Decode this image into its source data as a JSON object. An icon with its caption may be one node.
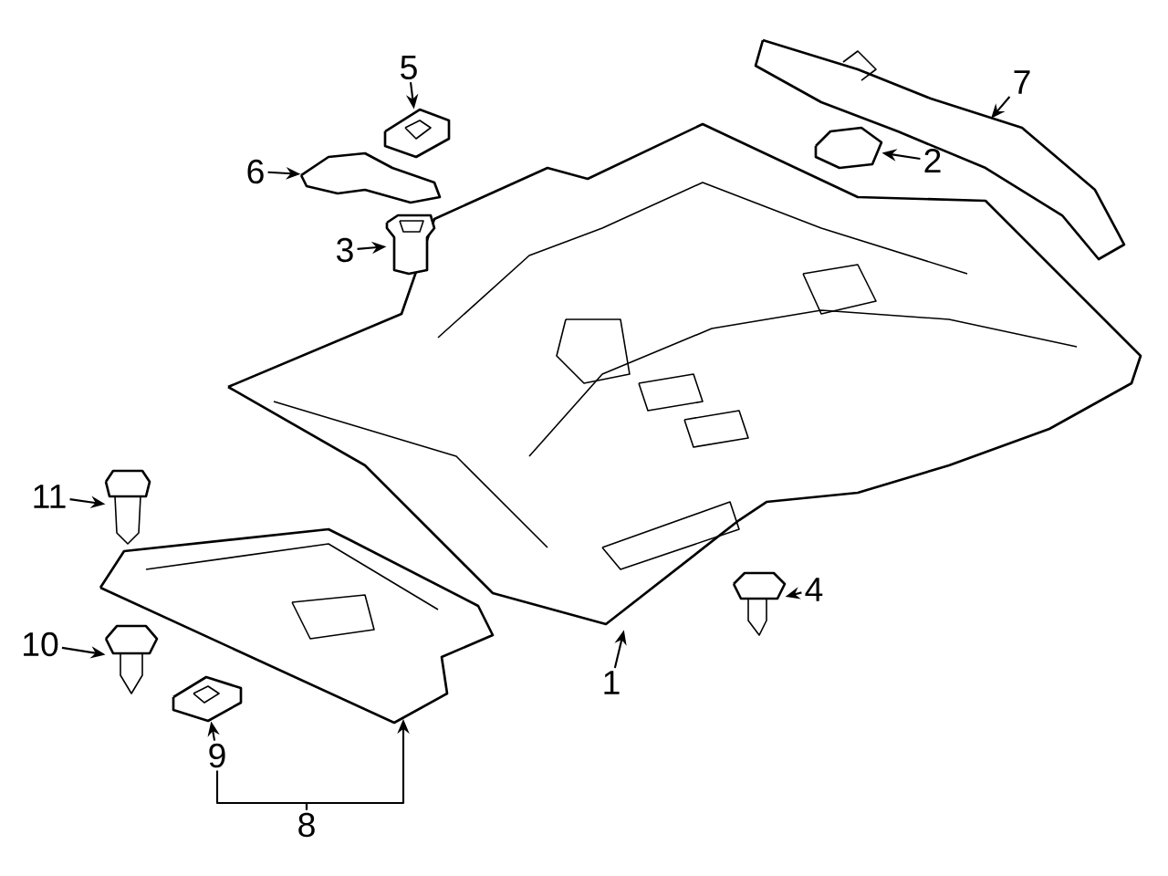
{
  "diagram": {
    "nodes": [
      {
        "text": [
          "1"
        ]
      },
      {
        "text": [
          "2"
        ]
      },
      {
        "text": [
          "3"
        ]
      },
      {
        "text": [
          "4"
        ]
      },
      {
        "text": [
          "5"
        ]
      },
      {
        "text": [
          "6"
        ]
      },
      {
        "text": [
          "7"
        ]
      },
      {
        "text": [
          "8"
        ]
      },
      {
        "text": [
          "9"
        ]
      },
      {
        "text": [
          "10"
        ]
      },
      {
        "text": [
          "11"
        ]
      },
      {
        "text": [],
        "shape": "picture"
      },
      {
        "text": [],
        "shape": "picture"
      },
      {
        "text": [],
        "shape": "picture"
      },
      {
        "text": [],
        "shape": "picture"
      },
      {
        "text": [],
        "shape": "picture"
      },
      {
        "text": [],
        "shape": "picture"
      },
      {
        "text": [],
        "shape": "picture"
      },
      {
        "text": [],
        "shape": "picture"
      },
      {
        "text": [],
        "shape": "picture"
      },
      {
        "text": [],
        "shape": "picture"
      },
      {
        "text": [],
        "shape": "picture"
      }
    ],
    "edges": [
      {
        "from": 0,
        "to": 11,
        "arrow": "to"
      },
      {
        "from": 1,
        "to": 12,
        "arrow": "to"
      },
      {
        "from": 2,
        "to": 13,
        "arrow": "to"
      },
      {
        "from": 3,
        "to": 14,
        "arrow": "to"
      },
      {
        "from": 4,
        "to": 15,
        "arrow": "to"
      },
      {
        "from": 5,
        "to": 16,
        "arrow": "to"
      },
      {
        "from": 6,
        "to": 17,
        "arrow": "to"
      },
      {
        "from": 7,
        "to": 18,
        "arrow": "to"
      },
      {
        "from": 7,
        "to": 8,
        "arrow": "none"
      },
      {
        "from": 8,
        "to": 19,
        "arrow": "to"
      },
      {
        "from": 9,
        "to": 20,
        "arrow": "to"
      },
      {
        "from": 10,
        "to": 21,
        "arrow": "to"
      }
    ]
  }
}
